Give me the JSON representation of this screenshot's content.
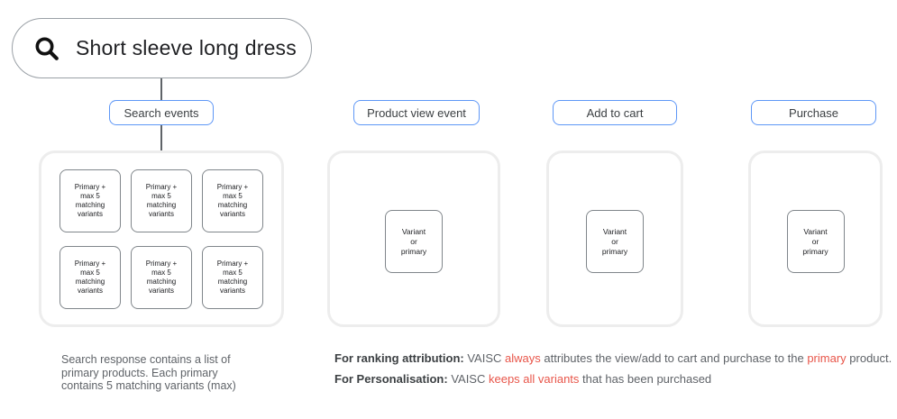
{
  "search_bar": {
    "query": "Short sleeve long dress",
    "icon": "magnifier"
  },
  "columns": [
    {
      "id": "search-events",
      "label": "Search events",
      "boxes": [
        "Primary +\nmax 5\nmatching\nvariants",
        "Primary +\nmax 5\nmatching\nvariants",
        "Primary +\nmax 5\nmatching\nvariants",
        "Primary +\nmax 5\nmatching\nvariants",
        "Primary +\nmax 5\nmatching\nvariants",
        "Primary +\nmax 5\nmatching\nvariants"
      ]
    },
    {
      "id": "product-view-event",
      "label": "Product view event",
      "boxes": [
        "Variant\nor\nprimary"
      ]
    },
    {
      "id": "add-to-cart",
      "label": "Add to cart",
      "boxes": [
        "Variant\nor\nprimary"
      ]
    },
    {
      "id": "purchase",
      "label": "Purchase",
      "boxes": [
        "Variant\nor\nprimary"
      ]
    }
  ],
  "notes": {
    "search_note": "Search response contains a list of\nprimary products. Each primary\ncontains 5 matching variants (max)",
    "ranking_note": {
      "parts": [
        {
          "text": "For ranking attribution: ",
          "style": "bold"
        },
        {
          "text": "VAISC ",
          "style": "plain"
        },
        {
          "text": "always",
          "style": "red"
        },
        {
          "text": " attributes the view/add to cart and purchase to the ",
          "style": "plain"
        },
        {
          "text": "primary",
          "style": "red"
        },
        {
          "text": " product.",
          "style": "plain"
        }
      ]
    },
    "personalisation_note": {
      "parts": [
        {
          "text": "For Personalisation: ",
          "style": "bold"
        },
        {
          "text": "VAISC ",
          "style": "plain"
        },
        {
          "text": "keeps all variants",
          "style": "red"
        },
        {
          "text": " that has been purchased",
          "style": "plain"
        }
      ]
    }
  },
  "colors": {
    "accent_blue": "#5e97f6",
    "highlight_red": "#e8564a",
    "text_dark": "#202124",
    "text_gray": "#5f6368",
    "box_border_gray": "#80868b",
    "container_border_gray": "#ededed"
  }
}
